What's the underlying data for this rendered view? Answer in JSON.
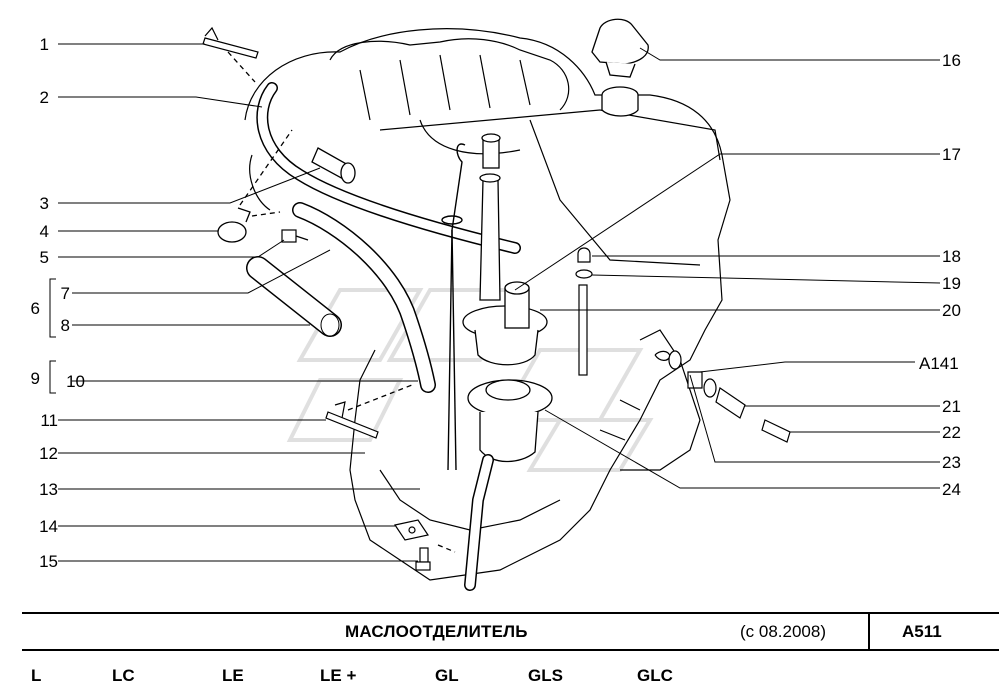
{
  "diagram": {
    "left_labels": [
      {
        "id": "1",
        "text": "1"
      },
      {
        "id": "2",
        "text": "2"
      },
      {
        "id": "3",
        "text": "3"
      },
      {
        "id": "4",
        "text": "4"
      },
      {
        "id": "5",
        "text": "5"
      },
      {
        "id": "6",
        "text": "6"
      },
      {
        "id": "7",
        "text": "7"
      },
      {
        "id": "8",
        "text": "8"
      },
      {
        "id": "9",
        "text": "9"
      },
      {
        "id": "10",
        "text": "10"
      },
      {
        "id": "11",
        "text": "11"
      },
      {
        "id": "12",
        "text": "12"
      },
      {
        "id": "13",
        "text": "13"
      },
      {
        "id": "14",
        "text": "14"
      },
      {
        "id": "15",
        "text": "15"
      }
    ],
    "right_labels": [
      {
        "id": "16",
        "text": "16"
      },
      {
        "id": "17",
        "text": "17"
      },
      {
        "id": "18",
        "text": "18"
      },
      {
        "id": "19",
        "text": "19"
      },
      {
        "id": "20",
        "text": "20"
      },
      {
        "id": "A141",
        "text": "A141"
      },
      {
        "id": "21",
        "text": "21"
      },
      {
        "id": "22",
        "text": "22"
      },
      {
        "id": "23",
        "text": "23"
      },
      {
        "id": "24",
        "text": "24"
      }
    ]
  },
  "footer": {
    "title": "МАСЛООТДЕЛИТЕЛЬ",
    "date": "(с 08.2008)",
    "code": "A511",
    "variants": [
      "L",
      "LC",
      "LE",
      "LE +",
      "GL",
      "GLS",
      "GLC"
    ]
  }
}
